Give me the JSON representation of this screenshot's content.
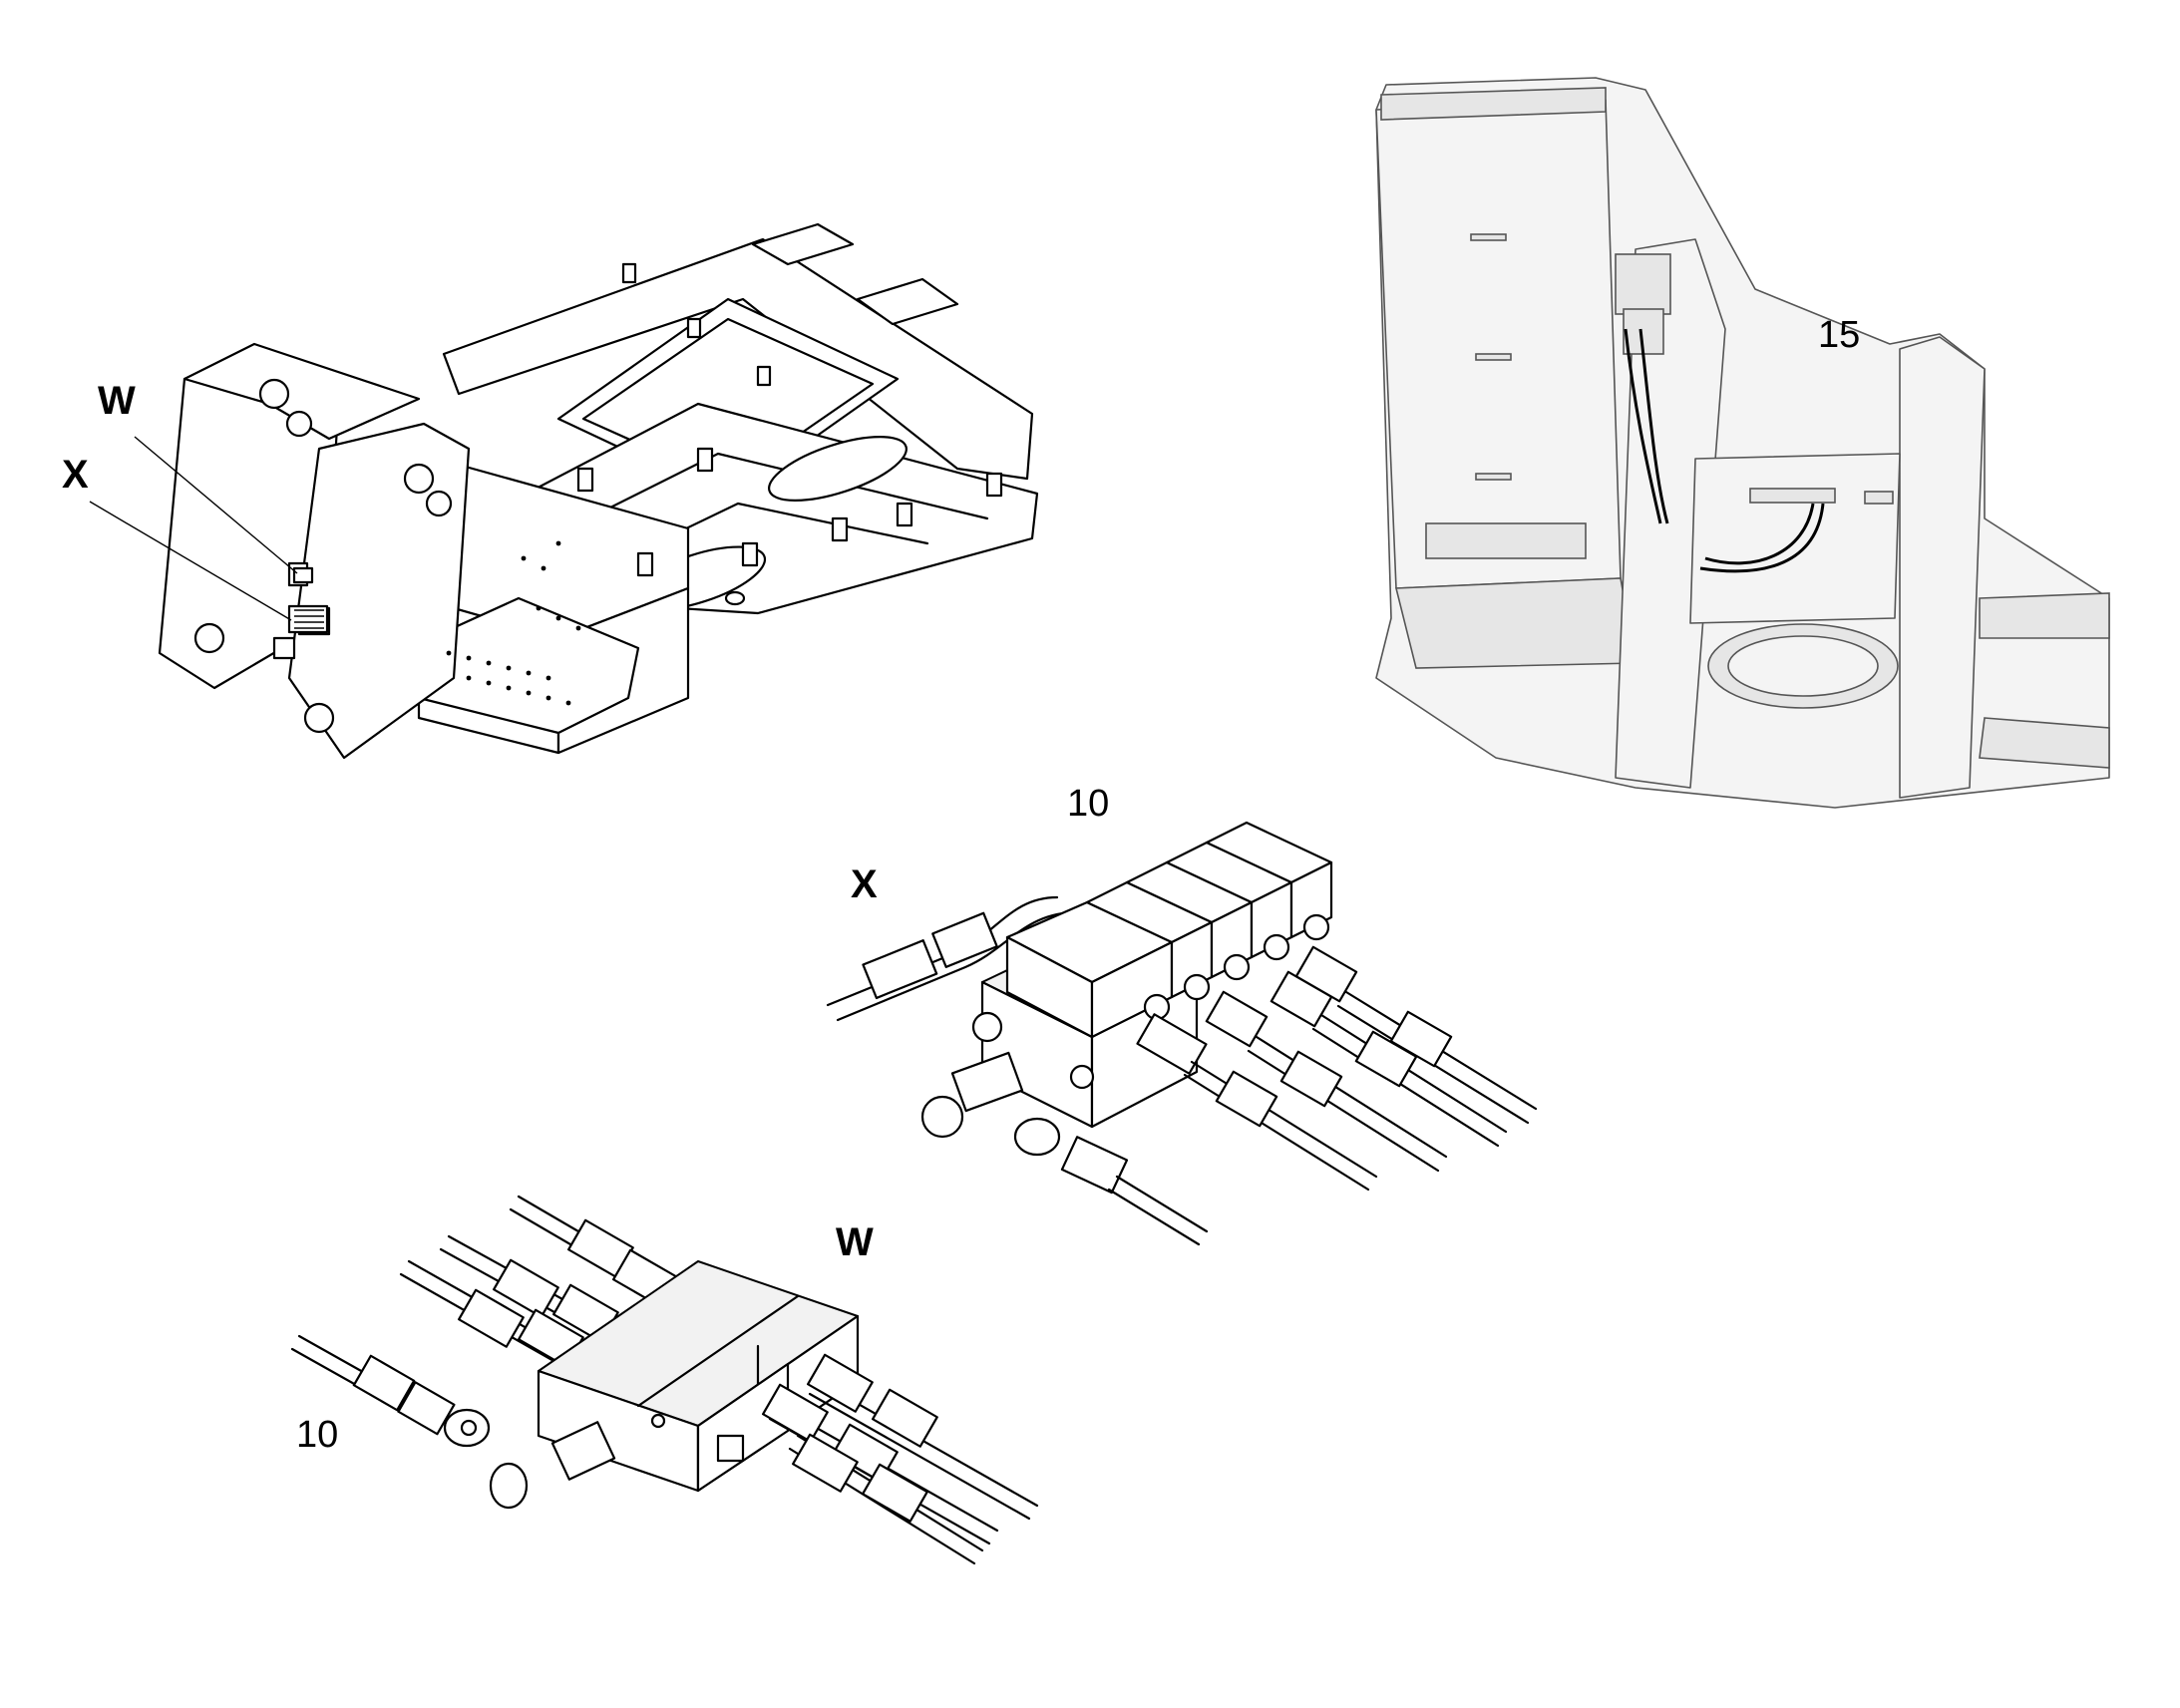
{
  "callouts": {
    "frame_w": "W",
    "frame_x": "X",
    "part_15": "15",
    "block_x_part": "10",
    "block_x_label": "X",
    "block_w_label": "W",
    "block_w_part": "10"
  }
}
